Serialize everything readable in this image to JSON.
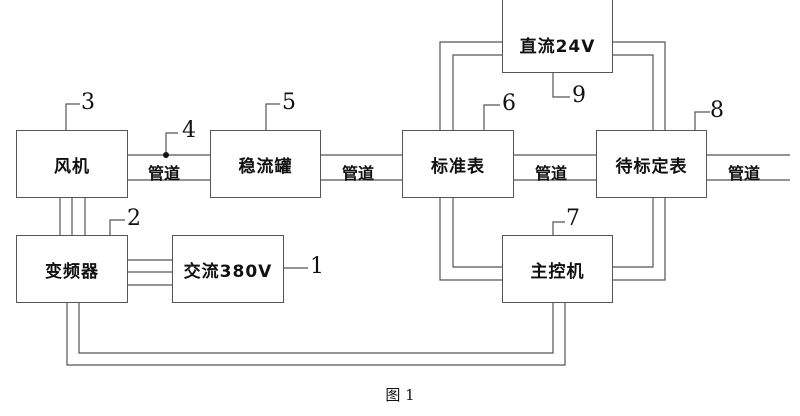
{
  "diagram": {
    "blocks": [
      {
        "id": "fan",
        "label": "风机",
        "ref": "3"
      },
      {
        "id": "stabilizer",
        "label": "稳流罐",
        "ref": "5"
      },
      {
        "id": "standard-meter",
        "label": "标准表",
        "ref": "6"
      },
      {
        "id": "meter-under-test",
        "label": "待标定表",
        "ref": "8"
      },
      {
        "id": "dc-24v",
        "label": "直流24V",
        "ref": "9"
      },
      {
        "id": "inverter",
        "label": "变频器",
        "ref": "2"
      },
      {
        "id": "ac-380v",
        "label": "交流380V",
        "ref": "1"
      },
      {
        "id": "main-controller",
        "label": "主控机",
        "ref": "7"
      }
    ],
    "pipe_label": "管道",
    "pipe_point_ref": "4",
    "caption": "图 1"
  }
}
